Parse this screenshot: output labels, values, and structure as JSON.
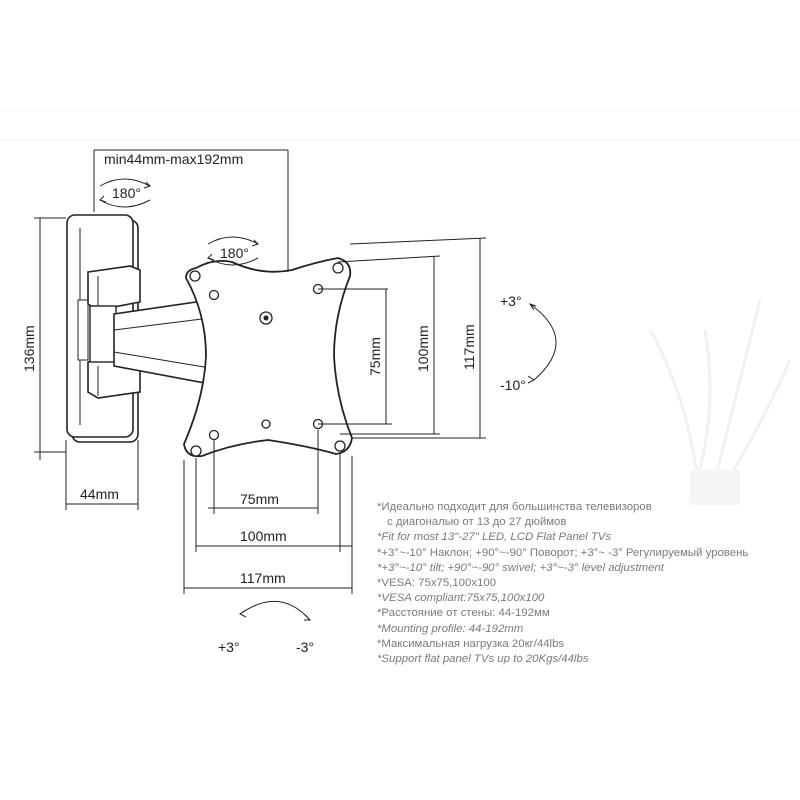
{
  "dimensions": {
    "top_range": "min44mm-max192mm",
    "rotate_arm": "180°",
    "rotate_plate": "180°",
    "height_136": "136mm",
    "depth_44": "44mm",
    "vesa_h75": "75mm",
    "vesa_h100": "100mm",
    "plate_h117": "117mm",
    "vesa_w75": "75mm",
    "vesa_w100": "100mm",
    "plate_w117": "117mm",
    "tilt_up": "+3°",
    "tilt_down": "-10°",
    "level_left": "+3°",
    "level_right": "-3°"
  },
  "specs": [
    "*Идеально подходит для большинства телевизоров",
    "с диагональю от 13 до 27 дюймов",
    "*Fit for most 13\"-27\" LED, LCD Flat Panel TVs",
    "*+3°~-10° Наклон; +90°~-90° Поворот; +3°~ -3° Регулируемый уровень",
    "*+3°~-10° tilt; +90°~-90° swivel; +3°~-3° level adjustment",
    "*VESA: 75x75,100x100",
    "*VESA compliant:75x75,100x100",
    "*Расстояние от стены: 44-192мм",
    "*Mounting profile: 44-192mm",
    "*Максимальная нагрузка 20кг/44lbs",
    "*Support flat panel TVs up to 20Kgs/44lbs"
  ],
  "colors": {
    "ink": "#222222",
    "spec_text": "#7a7a7a",
    "panel_fill": "#ffffff",
    "shadow": "#dddddd"
  }
}
